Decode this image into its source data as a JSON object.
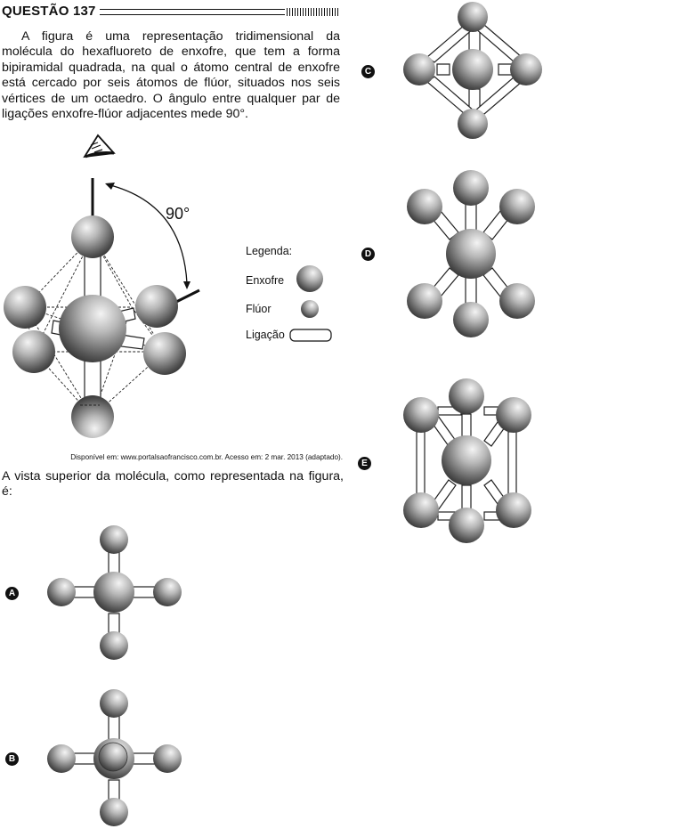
{
  "question": {
    "title": "QUESTÃO 137",
    "text": "A figura é uma representação tridimensional da molécula do hexafluoreto de enxofre, que tem a forma bipiramidal quadrada, na qual o átomo central de enxofre está cercado por seis átomos de flúor, situados nos seis vértices de um octaedro. O ângulo entre qualquer par de ligações enxofre-flúor adjacentes mede 90°.",
    "angle_label": "90°",
    "source": "Disponível em: www.portalsaofrancisco.com.br. Acesso em: 2 mar. 2013 (adaptado).",
    "prompt": "A vista superior da molécula, como representada na figura, é:"
  },
  "legend": {
    "title": "Legenda:",
    "sulfur": "Enxofre",
    "fluorine": "Flúor",
    "bond": "Ligação"
  },
  "options": [
    {
      "letter": "A"
    },
    {
      "letter": "B"
    },
    {
      "letter": "C"
    },
    {
      "letter": "D"
    },
    {
      "letter": "E"
    }
  ],
  "colors": {
    "text": "#111111",
    "atom_light": "#f4f4f4",
    "atom_mid": "#9a9a9a",
    "atom_dark": "#2e2e2e"
  }
}
